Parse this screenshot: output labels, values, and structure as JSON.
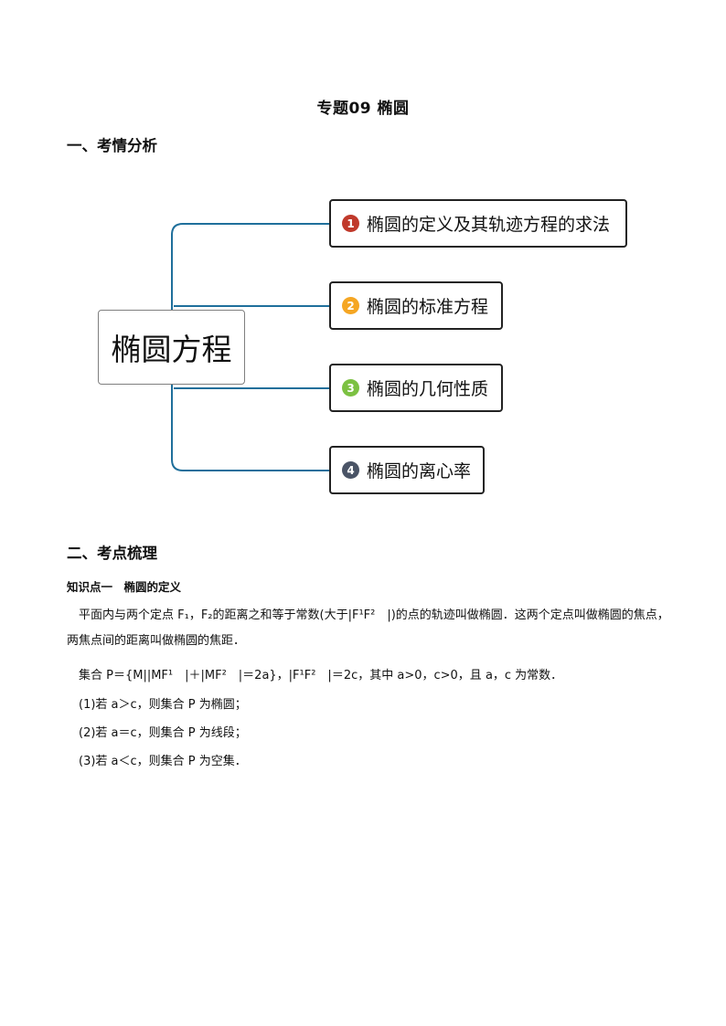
{
  "doc": {
    "title": "专题09  椭圆",
    "section1": "一、考情分析",
    "section2": "二、考点梳理"
  },
  "mindmap": {
    "root": "椭圆方程",
    "branches": [
      {
        "num": "1",
        "label": "椭圆的定义及其轨迹方程的求法",
        "color": "#c0392b"
      },
      {
        "num": "2",
        "label": "椭圆的标准方程",
        "color": "#f5a623"
      },
      {
        "num": "3",
        "label": "椭圆的几何性质",
        "color": "#7cc142"
      },
      {
        "num": "4",
        "label": "椭圆的离心率",
        "color": "#4a5466"
      }
    ],
    "line_color": "#1f6f9b"
  },
  "knowledge": {
    "point_title": "知识点一　椭圆的定义",
    "para1": "平面内与两个定点 F₁，F₂的距离之和等于常数(大于|F¹F²　|)的点的轨迹叫做椭圆．这两个定点叫做椭圆的焦点，两焦点间的距离叫做椭圆的焦距．",
    "set_def": "集合 P＝{M||MF¹　|＋|MF²　|＝2a}，|F¹F²　|＝2c，其中 a>0，c>0，且 a，c 为常数．",
    "case1": "(1)若 a＞c，则集合 P 为椭圆；",
    "case2": "(2)若 a＝c，则集合 P 为线段；",
    "case3": "(3)若 a＜c，则集合 P 为空集．"
  }
}
